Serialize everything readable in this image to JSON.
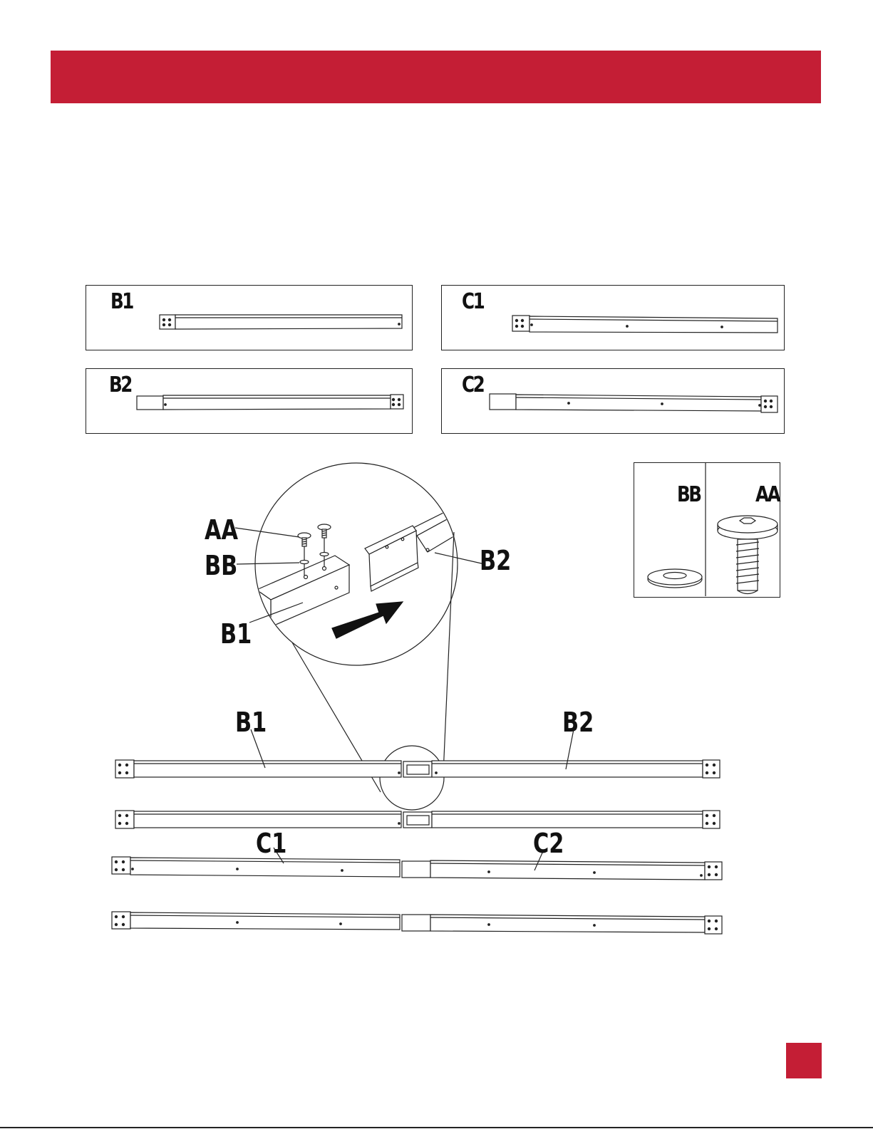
{
  "parts": {
    "b1": {
      "label": "B1"
    },
    "b2": {
      "label": "B2"
    },
    "c1": {
      "label": "C1"
    },
    "c2": {
      "label": "C2"
    }
  },
  "hardware": {
    "bb": {
      "label": "BB"
    },
    "aa": {
      "label": "AA"
    }
  },
  "detail": {
    "aa_label": "AA",
    "bb_label": "BB",
    "b1_label": "B1",
    "b2_label": "B2"
  },
  "assembly": {
    "b1_label": "B1",
    "b2_label": "B2",
    "c1_label": "C1",
    "c2_label": "C2"
  },
  "colors": {
    "accent": "#c41e35",
    "line": "#222222"
  }
}
